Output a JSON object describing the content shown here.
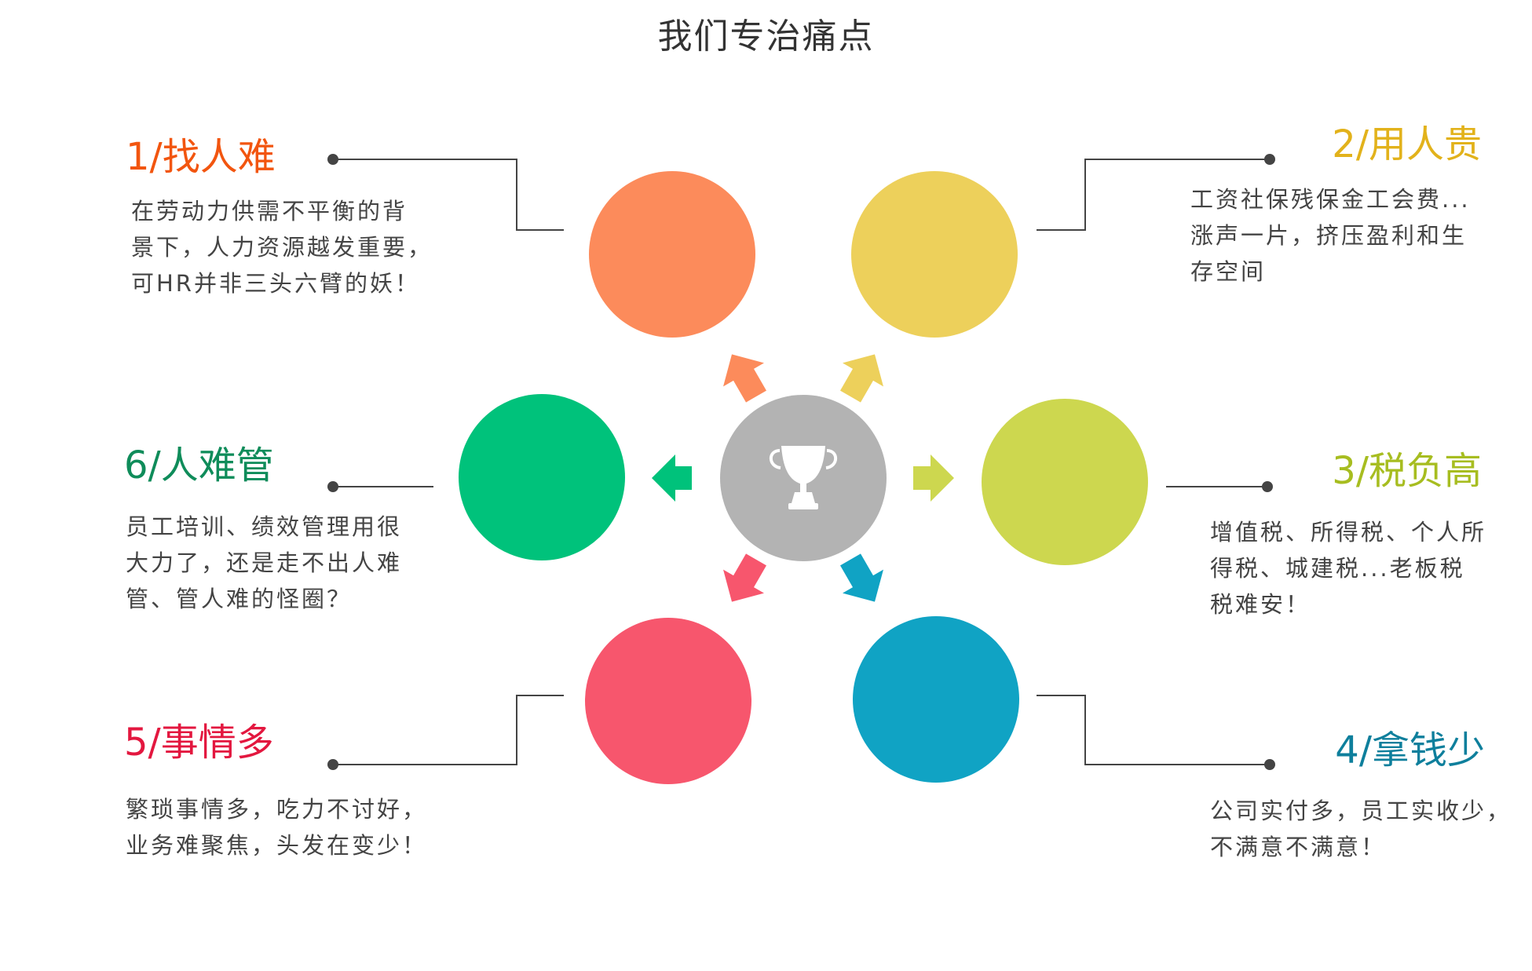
{
  "title": "我们专治痛点",
  "center_icon": "trophy-icon",
  "colors": {
    "connector": "#444444",
    "center": "#b3b3b3",
    "text": "#444444"
  },
  "items": [
    {
      "heading": "1/找人难",
      "color": "#f2550f",
      "circle_color": "#fc8b5b",
      "desc": [
        "在劳动力供需不平衡的背",
        "景下，人力资源越发重要，",
        "可HR并非三头六臂的妖！"
      ]
    },
    {
      "heading": "2/用人贵",
      "color": "#e2b21b",
      "circle_color": "#edd05b",
      "desc": [
        "工资社保残保金工会费...",
        "涨声一片，挤压盈利和生",
        "存空间"
      ]
    },
    {
      "heading": "3/税负高",
      "color": "#a7bd20",
      "circle_color": "#cdd74f",
      "desc": [
        "增值税、所得税、个人所",
        "得税、城建税...老板税",
        "税难安！"
      ]
    },
    {
      "heading": "4/拿钱少",
      "color": "#0e7f9c",
      "circle_color": "#10a3c4",
      "desc": [
        "公司实付多，员工实收少，",
        "不满意不满意！"
      ]
    },
    {
      "heading": "5/事情多",
      "color": "#e3173f",
      "circle_color": "#f7566d",
      "desc": [
        "繁琐事情多，吃力不讨好，",
        "业务难聚焦，头发在变少！"
      ]
    },
    {
      "heading": "6/人难管",
      "color": "#0f8c5a",
      "circle_color": "#00c27b",
      "desc": [
        "员工培训、绩效管理用很",
        "大力了，还是走不出人难",
        "管、管人难的怪圈？"
      ]
    }
  ]
}
